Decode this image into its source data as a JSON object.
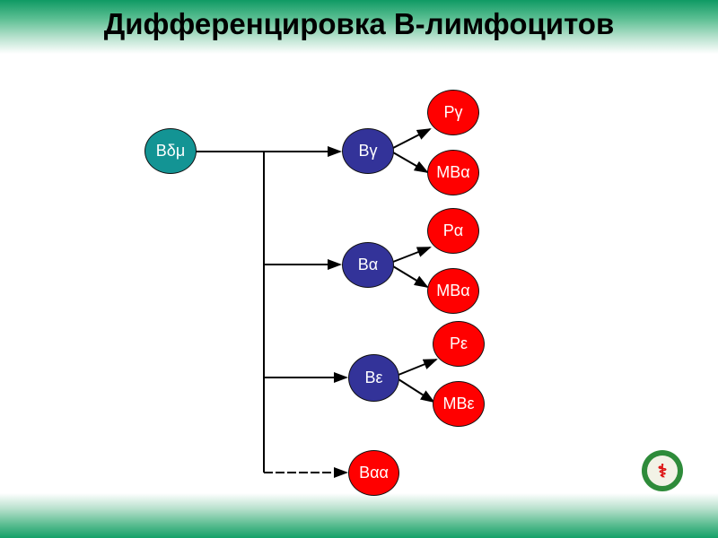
{
  "title": "Дифференцировка В-лимфоцитов",
  "colors": {
    "teal": "#139494",
    "blue": "#333399",
    "red": "#ff0000",
    "header_green": "#0f9a64"
  },
  "nodes": {
    "root": "Bδμ",
    "b_gamma": "Bγ",
    "b_alpha": "Bα",
    "b_epsilon": "Bε",
    "b_alpha_alpha": "Bαα",
    "p_gamma": "Pγ",
    "mb_gamma": "MBα",
    "p_alpha": "Pα",
    "mb_alpha": "MBα",
    "p_epsilon": "Pε",
    "mb_epsilon": "MBε"
  },
  "logo": {
    "icon": "medical-emblem-icon",
    "glyph": "⚕"
  }
}
